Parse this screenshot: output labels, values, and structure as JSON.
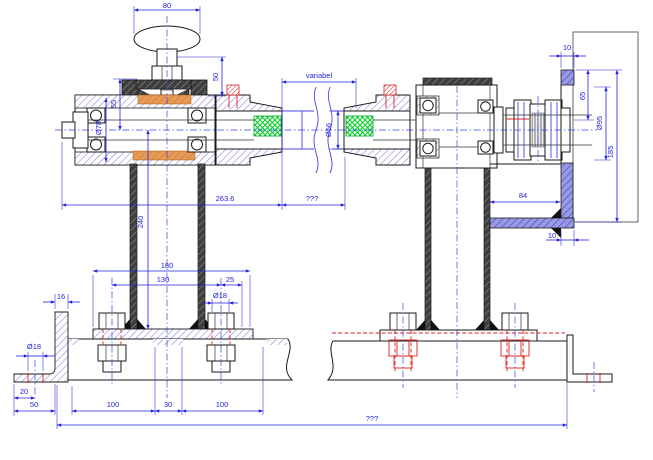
{
  "drawing": {
    "title": "Shaft and bearing pedestal assembly drawing",
    "dims": {
      "wheel_width": "80",
      "screw_height": "50",
      "clamp_to_center": "55",
      "bore_dia": "Ø78",
      "coupling_gap": "variabel",
      "sleeve_dia": "Ø56",
      "left_section_length": "263.6",
      "mid_section_length": "???",
      "column_height": "240",
      "flange_width": "180",
      "bolt_span": "130",
      "bolt_edge": "25",
      "bolt_hole_dia": "Ø18",
      "angle_thickness": "16",
      "foot_hole_dia": "Ø18",
      "foot_hole_offset": "20",
      "foot_length": "50",
      "slot_pitch_left": "100",
      "slot_gap": "30",
      "slot_pitch_right": "100",
      "overall_length": "???",
      "bracket_width": "84",
      "wall_flange_top": "10",
      "flange_offset": "65",
      "pilot_dia": "Ø95",
      "wall_height": "185",
      "wall_flange_bottom": "10"
    },
    "colors": {
      "dimension": "#2222dd",
      "outline": "#1a1a1a",
      "section_hatch": "#8080d8",
      "clamp_ring": "#e89a58",
      "key_green": "#00cc22",
      "hidden_red": "#dd2222",
      "centerline": "#3344ee",
      "wall_fill": "#9a9ae4"
    }
  }
}
